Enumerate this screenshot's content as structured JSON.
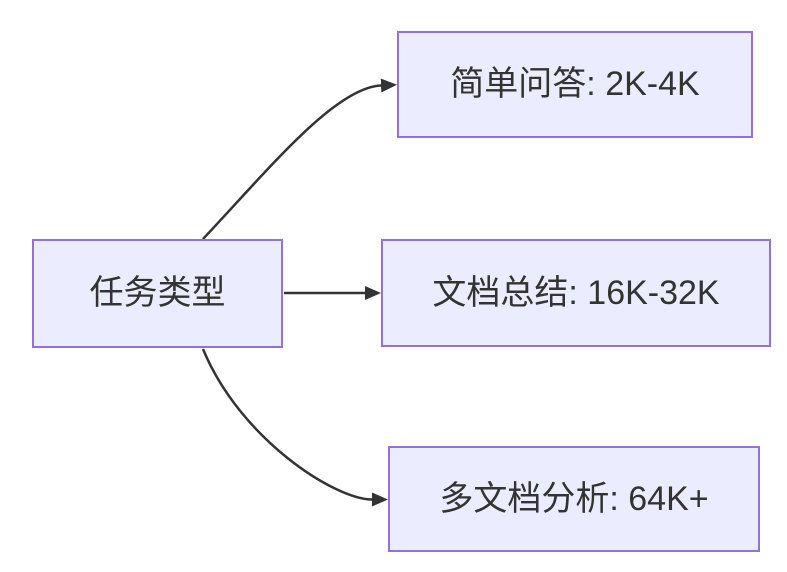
{
  "diagram": {
    "type": "flowchart",
    "direction": "left-to-right",
    "background_color": "#ffffff",
    "node_fill_color": "#ECECFF",
    "node_border_color": "#9370DB",
    "edge_color": "#333333",
    "text_color": "#333333",
    "arrowhead": "solid-triangle-right",
    "nodes": {
      "root": {
        "label": "任务类型"
      },
      "children": [
        {
          "label": "简单问答: 2K-4K"
        },
        {
          "label": "文档总结: 16K-32K"
        },
        {
          "label": "多文档分析: 64K+"
        }
      ]
    },
    "edges": [
      {
        "from": "任务类型",
        "to": "简单问答: 2K-4K",
        "style": "curved"
      },
      {
        "from": "任务类型",
        "to": "文档总结: 16K-32K",
        "style": "straight"
      },
      {
        "from": "任务类型",
        "to": "多文档分析: 64K+",
        "style": "curved"
      }
    ]
  }
}
